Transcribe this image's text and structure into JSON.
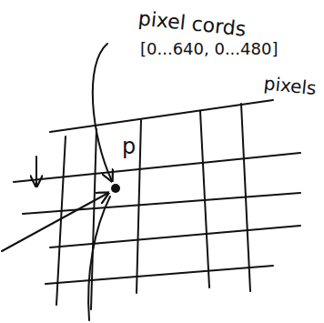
{
  "diagram": {
    "labels": [
      "pixel cords",
      "[0...640, 0...480]",
      "pixels",
      "p"
    ]
  }
}
